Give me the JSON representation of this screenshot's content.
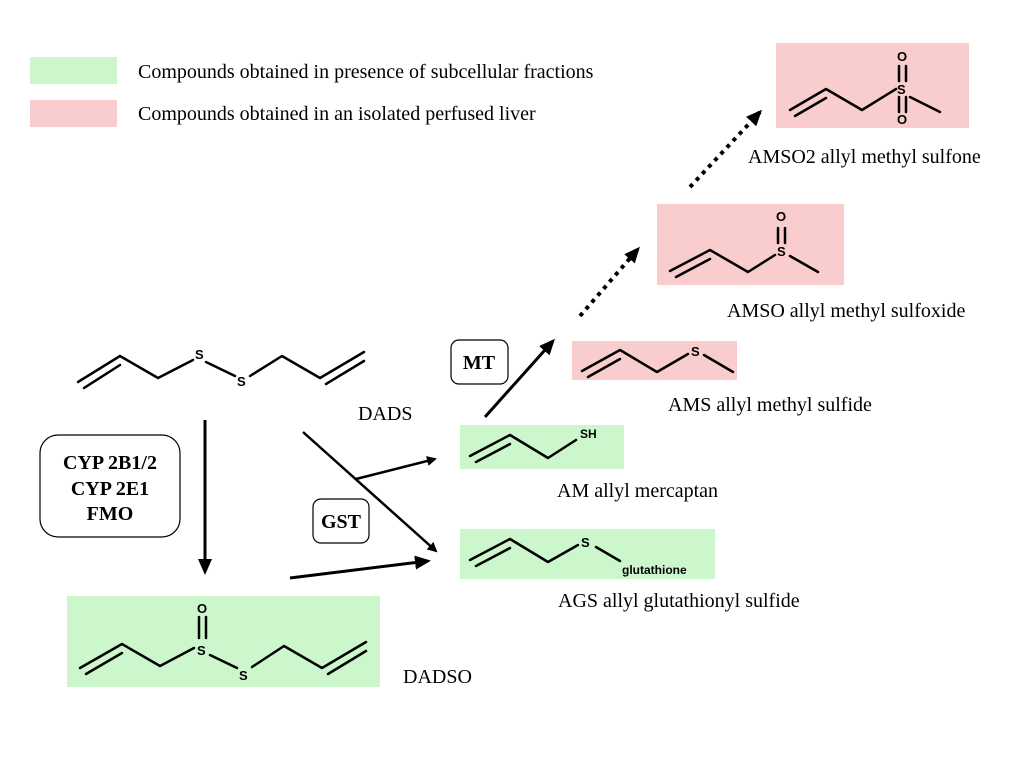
{
  "legend": {
    "green_label": "Compounds obtained in presence of subcellular fractions",
    "pink_label": "Compounds obtained in an isolated perfused liver",
    "green_color": "#ccf7cc",
    "pink_color": "#f9cdcd"
  },
  "compounds": {
    "dads": {
      "label": "DADS",
      "s1": "S",
      "s2": "S"
    },
    "dadso": {
      "label": "DADSO",
      "s1": "S",
      "s2": "S",
      "o": "O"
    },
    "amso2": {
      "label": "AMSO2 allyl methyl sulfone",
      "s": "S",
      "o1": "O",
      "o2": "O"
    },
    "amso": {
      "label": "AMSO allyl methyl sulfoxide",
      "s": "S",
      "o": "O"
    },
    "ams": {
      "label": "AMS allyl methyl sulfide",
      "s": "S"
    },
    "am": {
      "label": "AM allyl mercaptan",
      "sh": "SH"
    },
    "ags": {
      "label": "AGS allyl glutathionyl sulfide",
      "s": "S",
      "glutathione": "glutathione"
    }
  },
  "enzymes": {
    "cyp": [
      "CYP 2B1/2",
      "CYP 2E1",
      "FMO"
    ],
    "gst": "GST",
    "mt": "MT"
  }
}
